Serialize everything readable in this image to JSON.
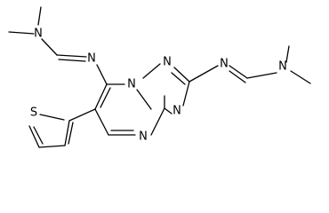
{
  "molecule": {
    "atom_labels": {
      "n_top_left": "N",
      "n_imine_top": "N",
      "n_ring_junction": "N",
      "n_triazole_top": "N",
      "n_triazole_right": "N",
      "n_pyrimidine_bottom": "N",
      "n_imine_right": "N",
      "n_dimethyl_right": "N",
      "s_thiophene": "S"
    }
  }
}
